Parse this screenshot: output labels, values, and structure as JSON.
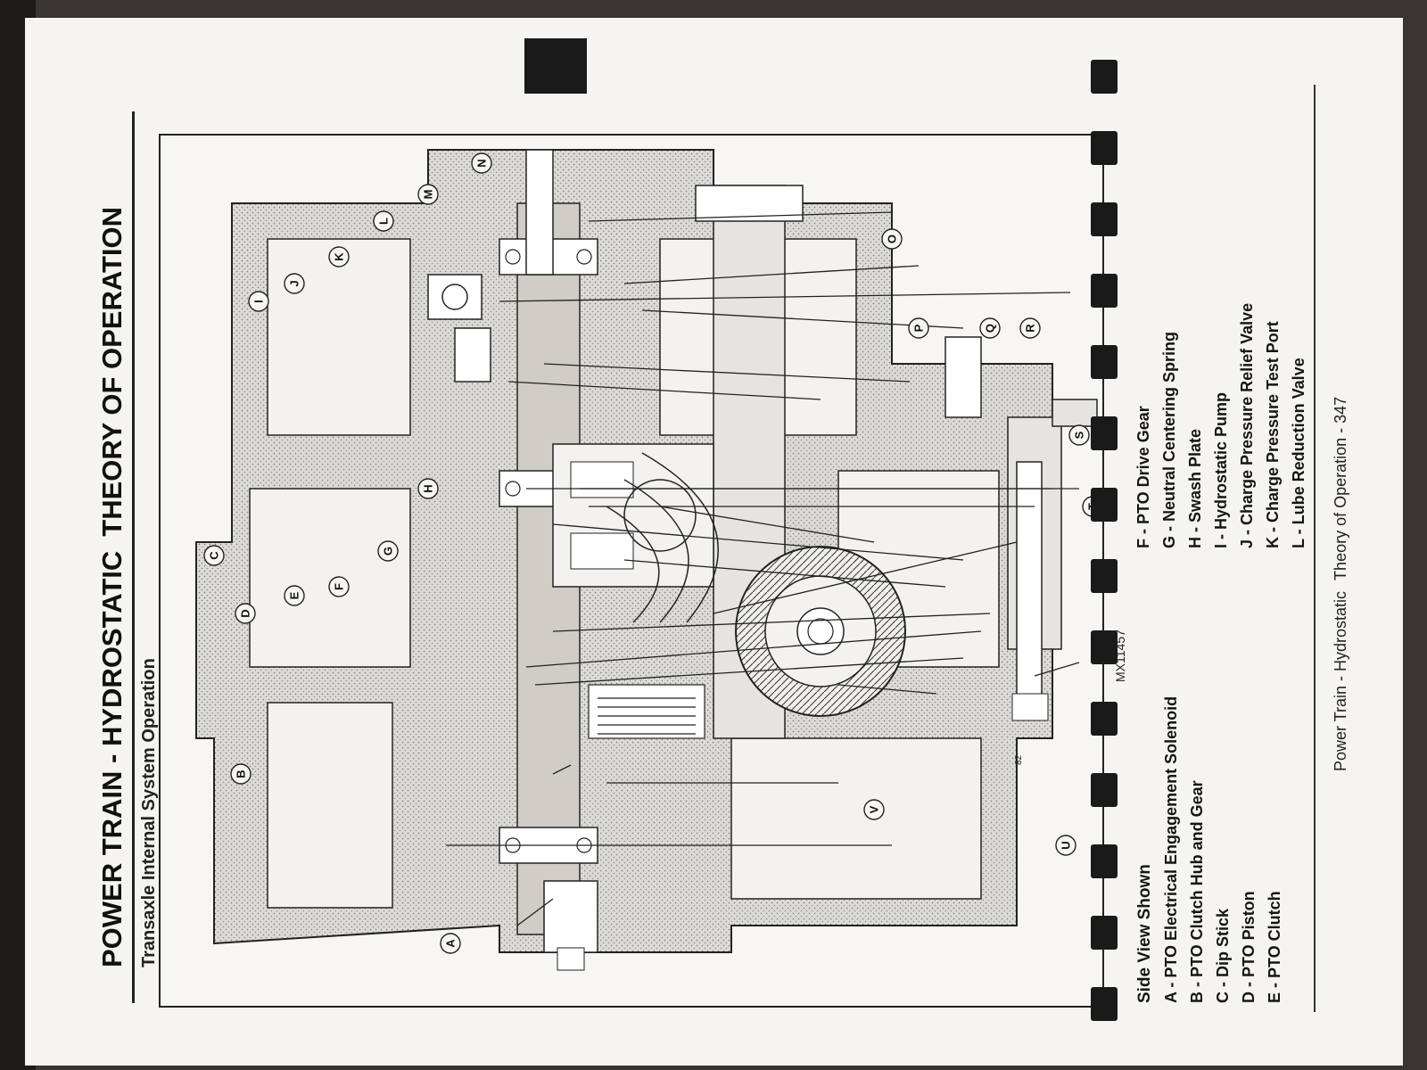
{
  "document": {
    "title_part1": "POWER TRAIN - HYDROSTATIC",
    "title_part2": "THEORY OF OPERATION",
    "subtitle": "Transaxle Internal System Operation",
    "figure_id": "MX11457",
    "legend_heading": "Side View Shown",
    "legend_left": [
      "A - PTO Electrical Engagement Solenoid",
      "B - PTO Clutch Hub and Gear",
      "C - Dip Stick",
      "D - PTO Piston",
      "E - PTO Clutch"
    ],
    "legend_right": [
      "F - PTO Drive Gear",
      "G - Neutral Centering Spring",
      "H - Swash Plate",
      "I - Hydrostatic Pump",
      "J - Charge Pressure Relief Valve",
      "K - Charge Pressure Test Port",
      "L - Lube Reduction Valve"
    ],
    "footer_section": "Power Train - Hydrostatic",
    "footer_page": "Theory of Operation - 347"
  },
  "callouts": [
    "A",
    "B",
    "C",
    "D",
    "E",
    "F",
    "G",
    "H",
    "I",
    "J",
    "K",
    "L",
    "M",
    "N",
    "O",
    "P",
    "Q",
    "R",
    "S",
    "T",
    "U",
    "V"
  ],
  "diagram_labels": {
    "plug_82": "82",
    "port_mark": "MX11457"
  }
}
